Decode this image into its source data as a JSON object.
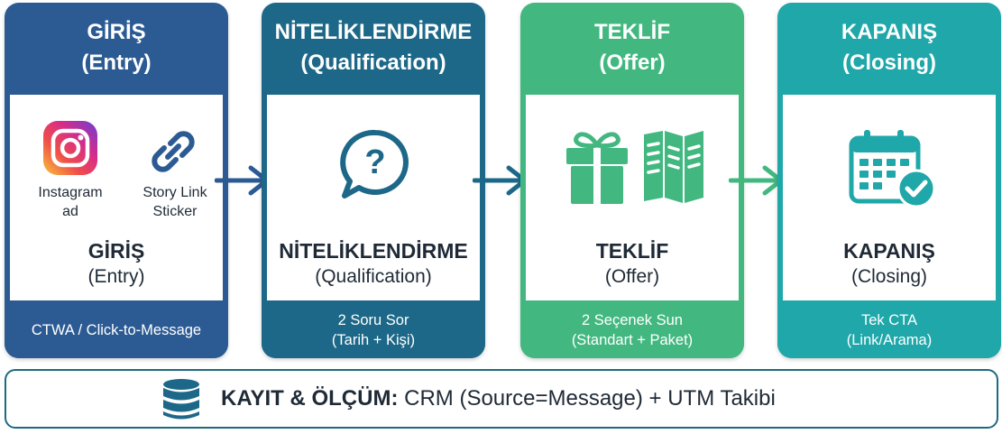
{
  "stages": [
    {
      "header_line1": "GİRİŞ",
      "header_line2": "(Entry)",
      "icons": [
        {
          "name": "instagram-icon",
          "label_line1": "Instagram",
          "label_line2": "ad"
        },
        {
          "name": "link-icon",
          "label_line1": "Story Link",
          "label_line2": "Sticker"
        }
      ],
      "title": "GİRİŞ",
      "subtitle": "(Entry)",
      "footer_line1": "CTWA / Click-to-Message",
      "footer_line2": "",
      "color": "#2c5b93"
    },
    {
      "header_line1": "NİTELİKLENDİRME",
      "header_line2": "(Qualification)",
      "icons": [
        {
          "name": "question-bubble-icon"
        }
      ],
      "title": "NİTELİKLENDİRME",
      "subtitle": "(Qualification)",
      "footer_line1": "2 Soru Sor",
      "footer_line2": "(Tarih + Kişi)",
      "color": "#1d6888"
    },
    {
      "header_line1": "TEKLİF",
      "header_line2": "(Offer)",
      "icons": [
        {
          "name": "gift-icon"
        },
        {
          "name": "brochure-icon"
        }
      ],
      "title": "TEKLİF",
      "subtitle": "(Offer)",
      "footer_line1": "2 Seçenek Sun",
      "footer_line2": "(Standart + Paket)",
      "color": "#42b880"
    },
    {
      "header_line1": "KAPANIŞ",
      "header_line2": "(Closing)",
      "icons": [
        {
          "name": "calendar-check-icon"
        }
      ],
      "title": "KAPANIŞ",
      "subtitle": "(Closing)",
      "footer_line1": "Tek CTA",
      "footer_line2": "(Link/Arama)",
      "color": "#1fa7a9"
    }
  ],
  "arrow_colors": [
    "#2c5b93",
    "#1d6888",
    "#42b880"
  ],
  "bottom_bar": {
    "icon": "database-icon",
    "bold_text": "KAYIT & ÖLÇÜM:",
    "text": " CRM (Source=Message) + UTM Takibi",
    "border_color": "#1d6a7f"
  }
}
